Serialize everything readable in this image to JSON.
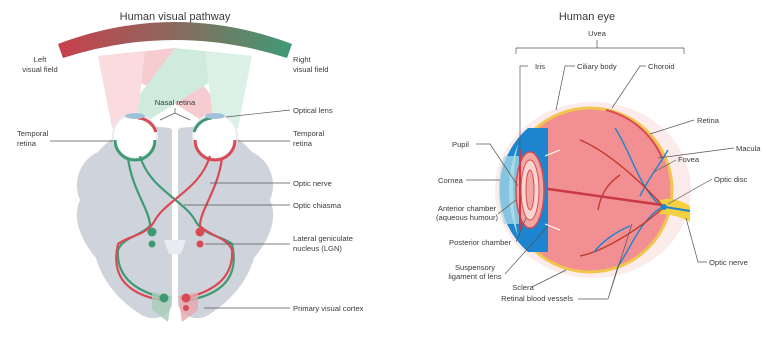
{
  "left_panel": {
    "title": "Human visual pathway",
    "left_visual_field": [
      "Left",
      "visual field"
    ],
    "right_visual_field": [
      "Right",
      "visual field"
    ],
    "nasal_retina": "Nasal retina",
    "optical_lens": "Optical lens",
    "temporal_retina_left": [
      "Temporal",
      "retina"
    ],
    "temporal_retina_right": [
      "Temporal",
      "retina"
    ],
    "optic_nerve": "Optic nerve",
    "optic_chiasma": "Optic chiasma",
    "lgn": [
      "Lateral geniculate",
      "nucleus (LGN)"
    ],
    "visual_cortex": "Primary visual cortex"
  },
  "right_panel": {
    "title": "Human eye",
    "uvea": "Uvea",
    "iris": "Iris",
    "ciliary_body": "Ciliary body",
    "choroid": "Choroid",
    "retina": "Retina",
    "macula": "Macula",
    "fovea": "Fovea",
    "pupil": "Pupil",
    "cornea": "Cornea",
    "anterior_chamber": [
      "Anterior chamber",
      "(aqueous humour)"
    ],
    "optic_disc": "Optic disc",
    "posterior_chamber": "Posterior chamber",
    "suspensory_ligament": [
      "Suspensory",
      "ligament of lens"
    ],
    "sclera": "Sclera",
    "retinal_vessels": "Retinal blood vessels",
    "optic_nerve": "Optic nerve"
  },
  "colors": {
    "green": "#3f9a73",
    "red": "#d94a55",
    "brain": "#cfd3dc",
    "eye_pink": "#f4a0a0",
    "lens_blue": "#1d84cf",
    "cornea": "#a9dbe6",
    "yellow": "#f5d142"
  }
}
